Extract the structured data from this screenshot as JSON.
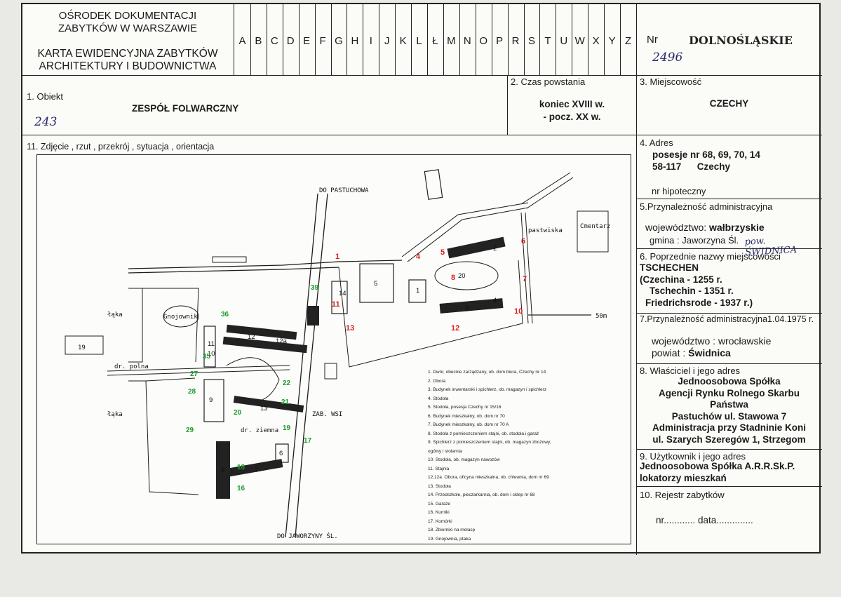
{
  "header": {
    "institution_line1": "OŚRODEK DOKUMENTACJI",
    "institution_line2": "ZABYTKÓW W WARSZAWIE",
    "card_title_line1": "KARTA EWIDENCYJNA ZABYTKÓW",
    "card_title_line2": "ARCHITEKTURY I BUDOWNICTWA",
    "letters": [
      "A",
      "B",
      "C",
      "D",
      "E",
      "F",
      "G",
      "H",
      "I",
      "J",
      "K",
      "L",
      "Ł",
      "M",
      "N",
      "O",
      "P",
      "R",
      "S",
      "T",
      "U",
      "W",
      "X",
      "Y",
      "Z"
    ],
    "nr_label": "Nr",
    "nr_value": "2496",
    "region": "DOLNOŚLĄSKIE"
  },
  "field1": {
    "label": "1. Obiekt",
    "value": "ZESPÓŁ FOLWARCZNY",
    "handwritten": "243"
  },
  "field2": {
    "label": "2. Czas powstania",
    "value_line1": "koniec XVIII w.",
    "value_line2": "- pocz. XX w."
  },
  "field3": {
    "label": "3. Miejscowość",
    "value": "CZECHY"
  },
  "field11": {
    "label": "11. Zdjęcie , rzut , przekrój , sytuacja , orientacja"
  },
  "field4": {
    "label": "4. Adres",
    "line1": "posesje nr 68, 69, 70, 14",
    "line2": "58-117      Czechy",
    "hipoteczny": "nr hipoteczny"
  },
  "field5": {
    "label": "5.Przynależność administracyjna",
    "line1_label": "województwo: ",
    "line1_value": "wałbrzyskie",
    "line2": "gmina : Jaworzyna Śl.",
    "handwritten": "pow. ŚWIDNICA"
  },
  "field6": {
    "label": "6. Poprzednie nazwy miejscowości",
    "name": "TSCHECHEN",
    "line1": "(Czechina - 1255 r.",
    "line2": "Tschechin - 1351 r.",
    "line3": "Friedrichsrode  - 1937 r.)"
  },
  "field7": {
    "label": "7.Przynależność administracyjna1.04.1975 r.",
    "line1_label": "województwo : ",
    "line1_value": "wrocławskie",
    "line2_label": "powiat : ",
    "line2_value": "Świdnica"
  },
  "field8": {
    "label": "8. Właściciel i jego adres",
    "line1": "Jednoosobowa Spółka",
    "line2": "Agencji Rynku Rolnego Skarbu",
    "line3": "Państwa",
    "line4": "Pastuchów  ul. Stawowa 7",
    "line5": "Administracja przy Stadninie Koni",
    "line6": "ul. Szarych Szeregów 1, Strzegom"
  },
  "field9": {
    "label": "9. Użytkownik i jego adres",
    "line1": "Jednoosobowa Spółka A.R.R.Sk.P.",
    "line2": "lokatorzy mieszkań"
  },
  "field10": {
    "label": "10. Rejestr zabytków",
    "line": "nr............ data.............."
  },
  "map": {
    "road_top": "DO PASTUCHOWA",
    "road_bottom": "DO JAWORZYNY ŚL.",
    "zab_wsi": "ZAB. WSI",
    "scale": "50m",
    "laka1": "łąka",
    "laka2": "łąka",
    "cmentarz": "Cmentarz",
    "gnojownik": "Gnojownik",
    "dr_polna": "dr. polna",
    "pastwiska": "pastwiska",
    "dr_ziemna": "dr. ziemna",
    "parcel": "19",
    "legend": [
      "1. Dwór, obecnie zarządzany, ob. dom biura, Czechy nr 14",
      "2. Obora",
      "3. Budynek inwentarski i spichlerz, ob. magazyn i spichlerz",
      "4. Stodoła",
      "5. Stodoła, posesja Czechy nr 15/16",
      "6. Budynek mieszkalny, ob. dom nr 70",
      "7. Budynek mieszkalny, ob. dom nr 70 A",
      "8. Stodoła z pomieszczeniem stajni, ob. stodoła i garaż",
      "9. Spichlerz z pomieszczeniem stajni, ob. magazyn zbożowy,",
      "   ogólny i stolarnia",
      "10. Stodoła, ob. magazyn nawozów",
      "11. Stajnia",
      "12,12a. Obora, oficyna mieszkalna, ob. chlewnia, dom nr 69",
      "13. Stodoła",
      "14. Przedszkole, pieczarkarnia, ob. dom i sklep nr 68",
      "15. Garaże",
      "16. Kurniki",
      "17. Komórki",
      "18. Zbiorniki na melasę",
      "19. Gnojownia, ptaka"
    ]
  }
}
